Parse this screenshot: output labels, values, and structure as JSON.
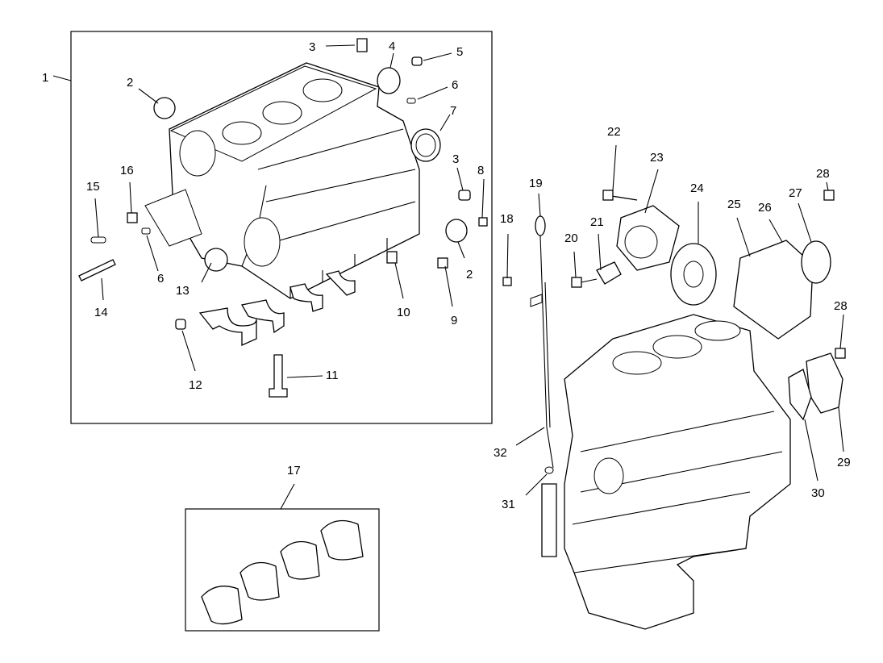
{
  "callouts": {
    "c1": "1",
    "c2a": "2",
    "c2b": "2",
    "c3a": "3",
    "c3b": "3",
    "c4": "4",
    "c5": "5",
    "c6a": "6",
    "c6b": "6",
    "c7": "7",
    "c8": "8",
    "c9": "9",
    "c10": "10",
    "c11": "11",
    "c12": "12",
    "c13": "13",
    "c14": "14",
    "c15": "15",
    "c16": "16",
    "c17": "17",
    "c18": "18",
    "c19": "19",
    "c20": "20",
    "c21": "21",
    "c22": "22",
    "c23": "23",
    "c24": "24",
    "c25": "25",
    "c26": "26",
    "c27": "27",
    "c28a": "28",
    "c28b": "28",
    "c29": "29",
    "c30": "30",
    "c31": "31",
    "c32": "32"
  }
}
